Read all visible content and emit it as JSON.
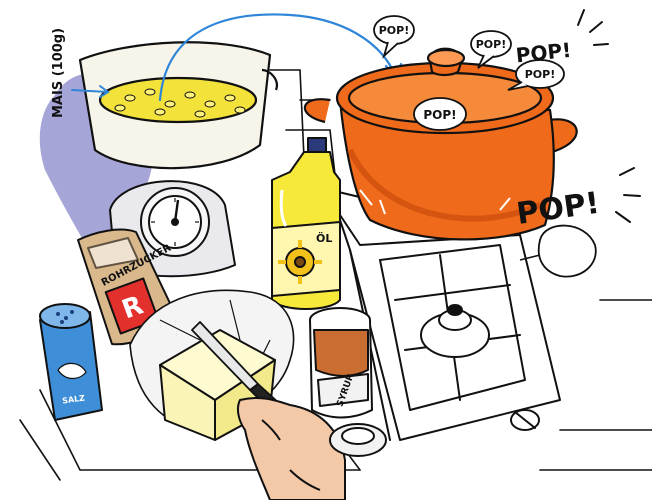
{
  "illustration": {
    "colors": {
      "shadow": "#9c9bd3",
      "pot": "#f06a1b",
      "pot_dark": "#c94b0c",
      "corn": "#f3e23a",
      "oil": "#f7e93a",
      "salt": "#3e8fd8",
      "butter": "#faf4b6",
      "sugar_bag": "#d9b88c",
      "sugar_label": "#e2312c",
      "syrup": "#c96d32",
      "skin": "#f4c9a8",
      "line": "#111111"
    },
    "labels": {
      "corn_amount": "MAIS (100g)",
      "oil_bottle": "ÖL",
      "sugar_brand": "ROHRZUCKER",
      "sugar_letter": "R",
      "salt_can": "SALZ",
      "syrup_jar": "SYRUP"
    },
    "sounds": {
      "pop_1": "POP!",
      "pop_2": "POP!",
      "pop_3": "POP!",
      "pop_4": "POP!",
      "pop_5": "POP!",
      "pop_big": "POP!"
    }
  }
}
